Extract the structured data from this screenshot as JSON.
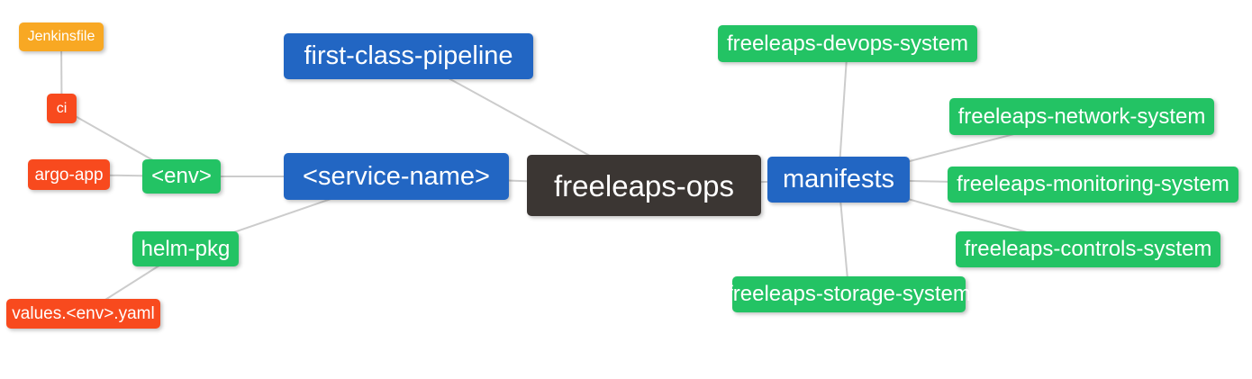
{
  "diagram": {
    "type": "mindmap",
    "root_label": "freeleaps-ops"
  },
  "palette": {
    "blue": "#2266C3",
    "green": "#23C364",
    "amber": "#F8A823",
    "red": "#F84A1E",
    "dark": "#3B3633",
    "connector": "#CCCCCC",
    "node_text": "#FFFFFF",
    "background": "#FFFFFF"
  },
  "nodes": {
    "jenkinsfile": {
      "label": "Jenkinsfile",
      "color": "amber"
    },
    "ci": {
      "label": "ci",
      "color": "red"
    },
    "argo_app": {
      "label": "argo-app",
      "color": "red"
    },
    "env": {
      "label": "<env>",
      "color": "green"
    },
    "helm_pkg": {
      "label": "helm-pkg",
      "color": "green"
    },
    "values_yaml": {
      "label": "values.<env>.yaml",
      "color": "red"
    },
    "first_class_pipeline": {
      "label": "first-class-pipeline",
      "color": "blue"
    },
    "service_name": {
      "label": "<service-name>",
      "color": "blue"
    },
    "freeleaps_ops": {
      "label": "freeleaps-ops",
      "color": "dark"
    },
    "manifests": {
      "label": "manifests",
      "color": "blue"
    },
    "devops_system": {
      "label": "freeleaps-devops-system",
      "color": "green"
    },
    "network_system": {
      "label": "freeleaps-network-system",
      "color": "green"
    },
    "monitoring_system": {
      "label": "freeleaps-monitoring-system",
      "color": "green"
    },
    "controls_system": {
      "label": "freeleaps-controls-system",
      "color": "green"
    },
    "storage_system": {
      "label": "freeleaps-storage-system",
      "color": "green"
    }
  },
  "edges": [
    [
      "jenkinsfile",
      "ci"
    ],
    [
      "ci",
      "env"
    ],
    [
      "argo_app",
      "env"
    ],
    [
      "env",
      "service_name"
    ],
    [
      "service_name",
      "helm_pkg"
    ],
    [
      "helm_pkg",
      "values_yaml"
    ],
    [
      "service_name",
      "freeleaps_ops"
    ],
    [
      "first_class_pipeline",
      "freeleaps_ops"
    ],
    [
      "freeleaps_ops",
      "manifests"
    ],
    [
      "manifests",
      "devops_system"
    ],
    [
      "manifests",
      "network_system"
    ],
    [
      "manifests",
      "monitoring_system"
    ],
    [
      "manifests",
      "controls_system"
    ],
    [
      "manifests",
      "storage_system"
    ]
  ]
}
